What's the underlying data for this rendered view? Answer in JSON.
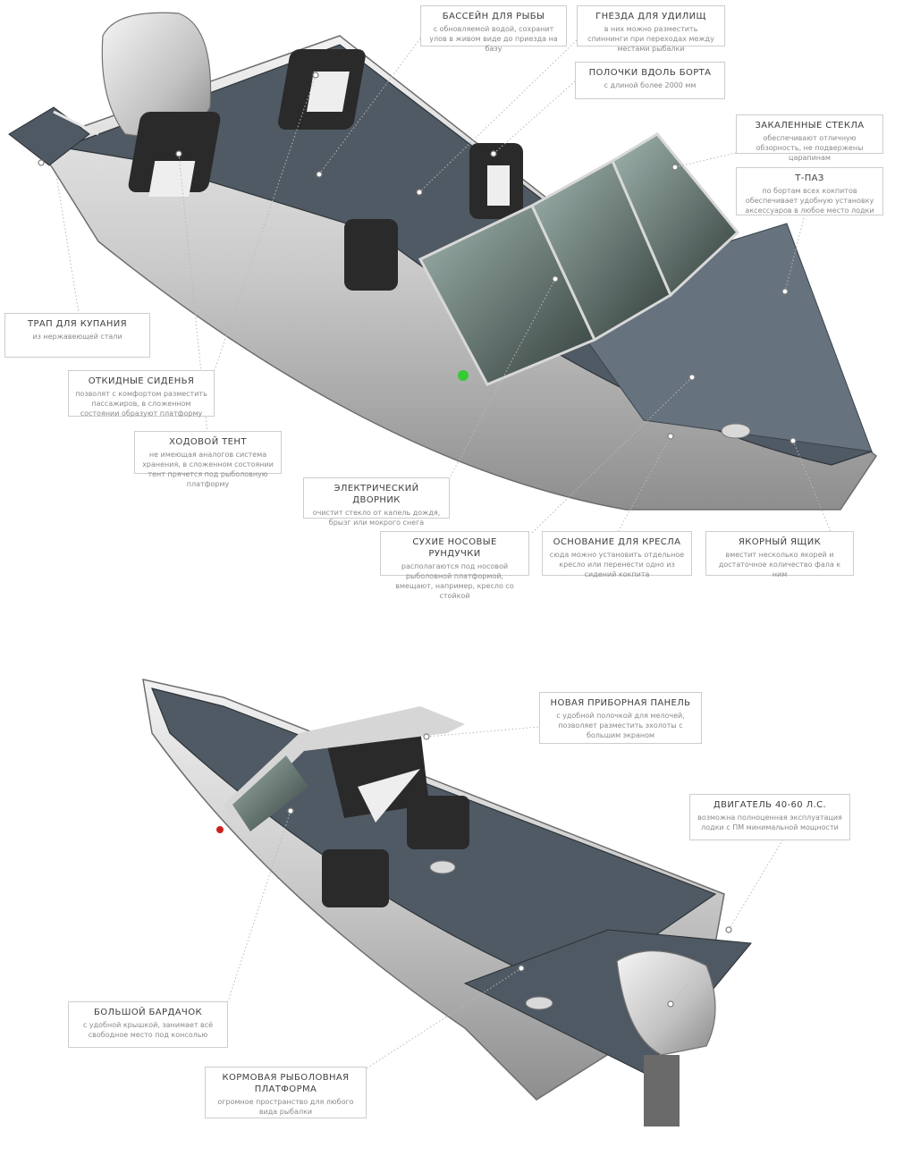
{
  "callouts": {
    "fish_well": {
      "title": "БАССЕЙН ДЛЯ РЫБЫ",
      "desc": "с обновляемой водой, сохранит улов в живом виде до приезда на базу"
    },
    "rod_holders": {
      "title": "ГНЕЗДА ДЛЯ УДИЛИЩ",
      "desc": "в них можно разместить спиннинги при переходах между местами рыбалки"
    },
    "side_shelves": {
      "title": "ПОЛОЧКИ ВДОЛЬ БОРТА",
      "desc": "с длиной более 2000 мм"
    },
    "tempered_glass": {
      "title": "ЗАКАЛЕННЫЕ СТЕКЛА",
      "desc": "обеспечивают отличную обзорность, не подвержены царапинам"
    },
    "t_slot": {
      "title": "Т-ПАЗ",
      "desc": "по бортам всех кокпитов обеспечивает удобную установку аксессуаров в любое место лодки"
    },
    "ladder": {
      "title": "ТРАП ДЛЯ КУПАНИЯ",
      "desc": "из нержавеющей стали"
    },
    "folding_seats": {
      "title": "ОТКИДНЫЕ СИДЕНЬЯ",
      "desc": "позволят с комфортом разместить пассажиров, в сложенном состоянии образуют платформу"
    },
    "canopy": {
      "title": "ХОДОВОЙ ТЕНТ",
      "desc": "не имеющая аналогов система хранения, в сложенном состоянии тент прячется под рыболовную платформу"
    },
    "wiper": {
      "title": "ЭЛЕКТРИЧЕСКИЙ ДВОРНИК",
      "desc": "очистит стекло от капель дождя, брызг или мокрого снега"
    },
    "bow_lockers": {
      "title": "СУХИЕ НОСОВЫЕ РУНДУЧКИ",
      "desc": "располагаются под носовой рыболовной платформой, вмещают, например, кресло со стойкой"
    },
    "seat_base": {
      "title": "ОСНОВАНИЕ ДЛЯ КРЕСЛА",
      "desc": "сюда можно установить отдельное кресло или перенести одно из сидений кокпита"
    },
    "anchor_locker": {
      "title": "ЯКОРНЫЙ ЯЩИК",
      "desc": "вместит несколько якорей и достаточное количество фала к ним"
    },
    "dashboard": {
      "title": "НОВАЯ ПРИБОРНАЯ ПАНЕЛЬ",
      "desc": "с удобной полочкой для мелочей, позволяет разместить эхолоты с большим экраном"
    },
    "engine": {
      "title": "ДВИГАТЕЛЬ 40-60 Л.С.",
      "desc": "возможна полноценная эксплуатация лодки с ПМ минимальной мощности"
    },
    "glovebox": {
      "title": "БОЛЬШОЙ БАРДАЧОК",
      "desc": "с удобной крышкой, занимает всё свободное место под консолью"
    },
    "stern_platform": {
      "title": "КОРМОВАЯ РЫБОЛОВНАЯ ПЛАТФОРМА",
      "desc": "огромное пространство для любого вида рыбалки"
    }
  }
}
